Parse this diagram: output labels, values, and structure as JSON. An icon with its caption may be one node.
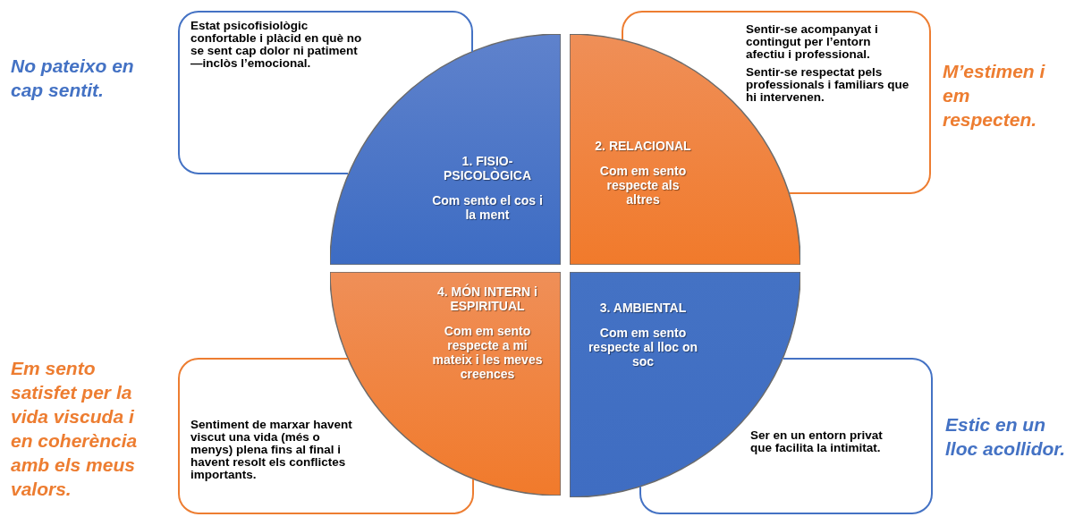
{
  "diagram": {
    "nodes": [
      {
        "text": [
          "1. FISIO-PSICOLÒGICA",
          "Com sento el cos i la ment"
        ]
      },
      {
        "text": [
          "2. RELACIONAL",
          "Com em sento respecte als altres"
        ]
      },
      {
        "text": [
          "3. AMBIENTAL",
          "Com em sento respecte al lloc on soc"
        ]
      },
      {
        "text": [
          "4. MÓN INTERN i ESPIRITUAL",
          "Com em sento respecte a mi mateix i les meves creences"
        ]
      },
      {
        "text": [
          "Estat psicofisiològic confortable i plàcid en què no se sent cap dolor ni patiment —inclòs l’emocional."
        ],
        "beside": [
          "No pateixo en cap sentit."
        ]
      },
      {
        "text": [
          "Sentir-se acompanyat i contingut per l’entorn afectiu i professional.",
          "Sentir-se respectat pels professionals i familiars que hi intervenen."
        ],
        "beside": [
          "M’estimen i em respecten."
        ]
      },
      {
        "text": [
          "Ser en un entorn privat que facilita la intimitat."
        ],
        "beside": [
          "Estic en un lloc acollidor."
        ]
      },
      {
        "text": [
          "Sentiment de marxar havent viscut una vida (més o menys) plena fins al final i havent resolt els conflictes importants."
        ],
        "beside": [
          "Em sento satisfet per la vida viscuda i en coherència amb els meus valors."
        ]
      }
    ]
  }
}
